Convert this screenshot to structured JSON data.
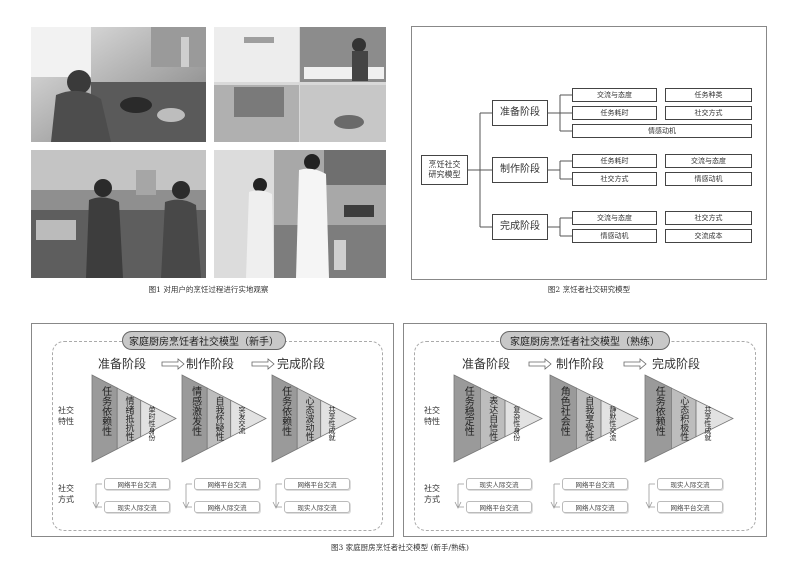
{
  "fig1": {
    "caption": "图1 对用户的烹饪过程进行实地观察"
  },
  "fig2": {
    "caption": "图2 烹饪者社交研究模型",
    "root": "烹饪社交\n研究模型",
    "stages": [
      {
        "label": "准备阶段",
        "rows": [
          [
            "交流与态度",
            "任务种类"
          ],
          [
            "任务耗时",
            "社交方式"
          ],
          [
            "情感动机"
          ]
        ]
      },
      {
        "label": "制作阶段",
        "rows": [
          [
            "任务耗时",
            "交流与态度"
          ],
          [
            "社交方式",
            "情感动机"
          ]
        ]
      },
      {
        "label": "完成阶段",
        "rows": [
          [
            "交流与态度",
            "社交方式"
          ],
          [
            "情感动机",
            "交流成本"
          ]
        ]
      }
    ]
  },
  "fig3": {
    "caption": "图3 家庭厨房烹饪者社交模型 (新手/熟练)",
    "row_labels": {
      "traits": "社交\n特性",
      "methods": "社交\n方式"
    },
    "novice": {
      "title": "家庭厨房烹饪者社交模型（新手）",
      "stages": [
        "准备阶段",
        "制作阶段",
        "完成阶段"
      ],
      "triangles": [
        [
          "任务依赖性",
          "情绪抵抗性",
          "单时性身份"
        ],
        [
          "情感激发性",
          "自我怀疑性",
          "突发交流"
        ],
        [
          "任务依赖性",
          "心态波动性",
          "共享性成就"
        ]
      ],
      "methods": [
        [
          "网络平台交流",
          "现实人际交流"
        ],
        [
          "网络平台交流",
          "网络人际交流"
        ],
        [
          "网络平台交流",
          "现实人际交流"
        ]
      ]
    },
    "skilled": {
      "title": "家庭厨房烹饪者社交模型（熟练）",
      "stages": [
        "准备阶段",
        "制作阶段",
        "完成阶段"
      ],
      "triangles": [
        [
          "任务稳定性",
          "表达自信性",
          "复杂性身份"
        ],
        [
          "角色社会性",
          "自我享受性",
          "静默性交流"
        ],
        [
          "任务依赖性",
          "心态积极性",
          "共享性成就"
        ]
      ],
      "methods": [
        [
          "现实人际交流",
          "网络平台交流"
        ],
        [
          "网络平台交流",
          "网络人际交流"
        ],
        [
          "现实人际交流",
          "网络平台交流"
        ]
      ]
    }
  }
}
